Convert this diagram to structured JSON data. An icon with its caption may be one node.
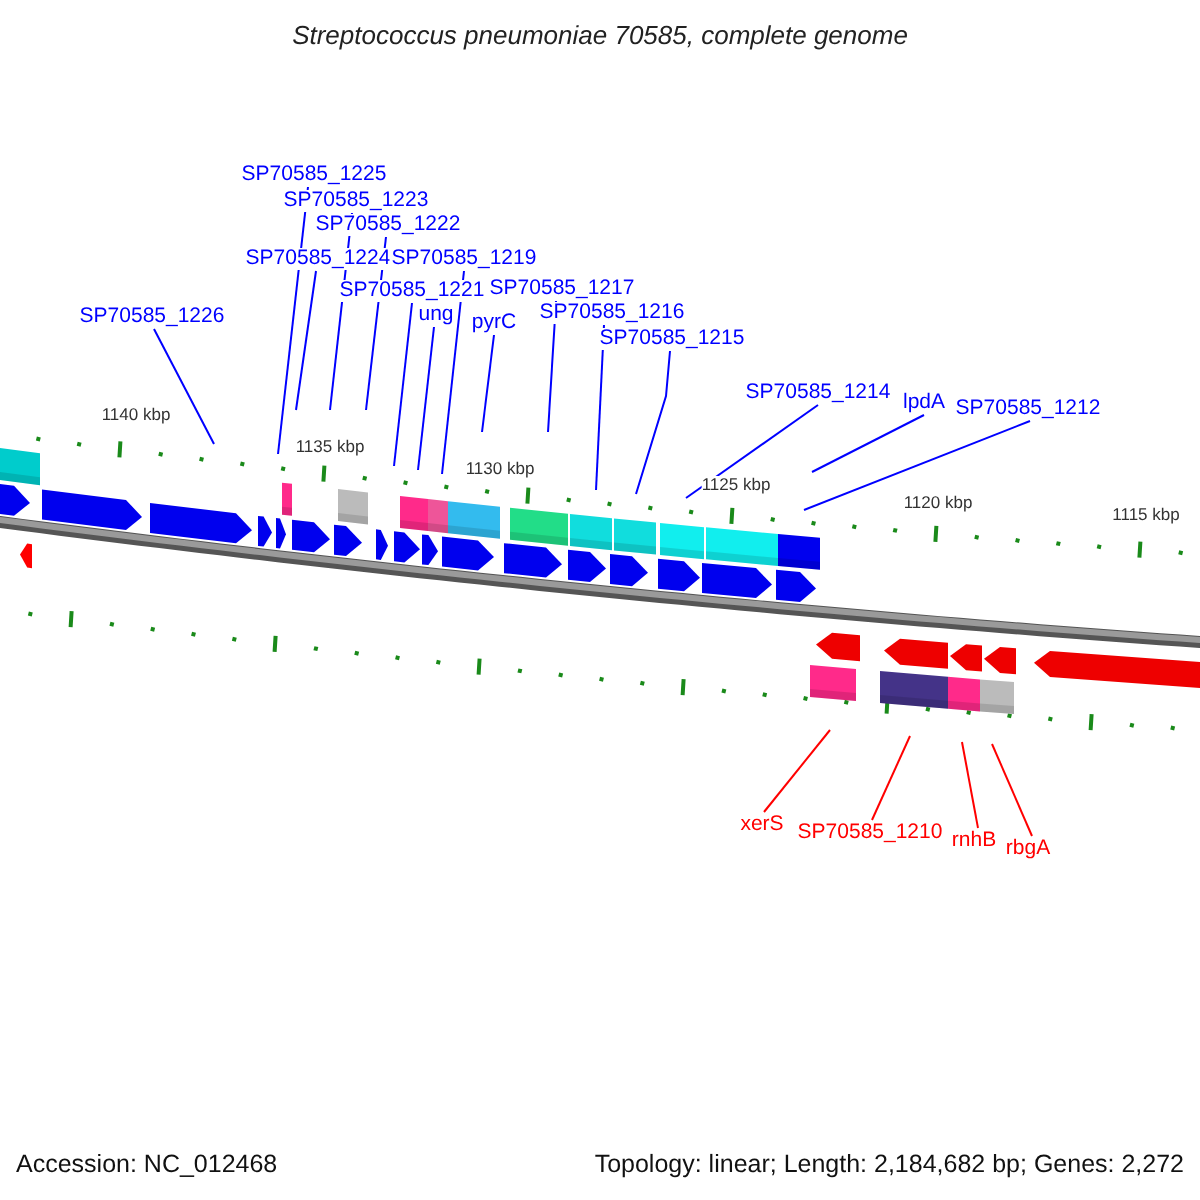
{
  "diagram": {
    "title": "Streptococcus pneumoniae 70585, complete genome",
    "nodes": [
      {
        "text": [
          "SP70585_1225"
        ]
      },
      {
        "text": [
          "SP70585_1223"
        ]
      },
      {
        "text": [
          "SP70585_1222"
        ]
      },
      {
        "text": [
          "SP70585_1224"
        ]
      },
      {
        "text": [
          "SP70585_1219"
        ]
      },
      {
        "text": [
          "SP70585_1221"
        ]
      },
      {
        "text": [
          "ung"
        ]
      },
      {
        "text": [
          "pyrC"
        ]
      },
      {
        "text": [
          "SP70585_1217"
        ]
      },
      {
        "text": [
          "SP70585_1216"
        ]
      },
      {
        "text": [
          "SP70585_1226"
        ]
      },
      {
        "text": [
          "SP70585_1215"
        ]
      },
      {
        "text": [
          "SP70585_1214"
        ]
      },
      {
        "text": [
          "lpdA"
        ]
      },
      {
        "text": [
          "SP70585_1212"
        ]
      },
      {
        "text": [
          "xerS"
        ]
      },
      {
        "text": [
          "SP70585_1210"
        ]
      },
      {
        "text": [
          "rnhB"
        ]
      },
      {
        "text": [
          "rbgA"
        ]
      }
    ],
    "edges": [
      {
        "from": 0,
        "to": null,
        "arrow": "none"
      },
      {
        "from": 1,
        "to": null,
        "arrow": "none"
      },
      {
        "from": 2,
        "to": null,
        "arrow": "none"
      },
      {
        "from": 3,
        "to": null,
        "arrow": "none"
      },
      {
        "from": 4,
        "to": null,
        "arrow": "none"
      },
      {
        "from": 5,
        "to": null,
        "arrow": "none"
      },
      {
        "from": 6,
        "to": null,
        "arrow": "none"
      },
      {
        "from": 7,
        "to": null,
        "arrow": "none"
      },
      {
        "from": 8,
        "to": null,
        "arrow": "none"
      },
      {
        "from": 9,
        "to": null,
        "arrow": "none"
      },
      {
        "from": 10,
        "to": null,
        "arrow": "none"
      },
      {
        "from": 11,
        "to": null,
        "arrow": "none"
      },
      {
        "from": 12,
        "to": null,
        "arrow": "none"
      },
      {
        "from": 13,
        "to": null,
        "arrow": "none"
      },
      {
        "from": 14,
        "to": null,
        "arrow": "none"
      },
      {
        "from": 15,
        "to": null,
        "arrow": "none",
        "color": "#ff0000"
      },
      {
        "from": 16,
        "to": null,
        "arrow": "none",
        "color": "#ff0000"
      },
      {
        "from": 17,
        "to": null,
        "arrow": "none",
        "color": "#ff0000"
      },
      {
        "from": 18,
        "to": null,
        "arrow": "none",
        "color": "#ff0000"
      }
    ],
    "labels": [
      "1140 kbp",
      "1135 kbp",
      "1130 kbp",
      "1125 kbp",
      "1120 kbp",
      "1115 kbp",
      "Accession: NC_012468",
      "Topology: linear; Length: 2,184,682 bp; Genes: 2,272"
    ]
  }
}
